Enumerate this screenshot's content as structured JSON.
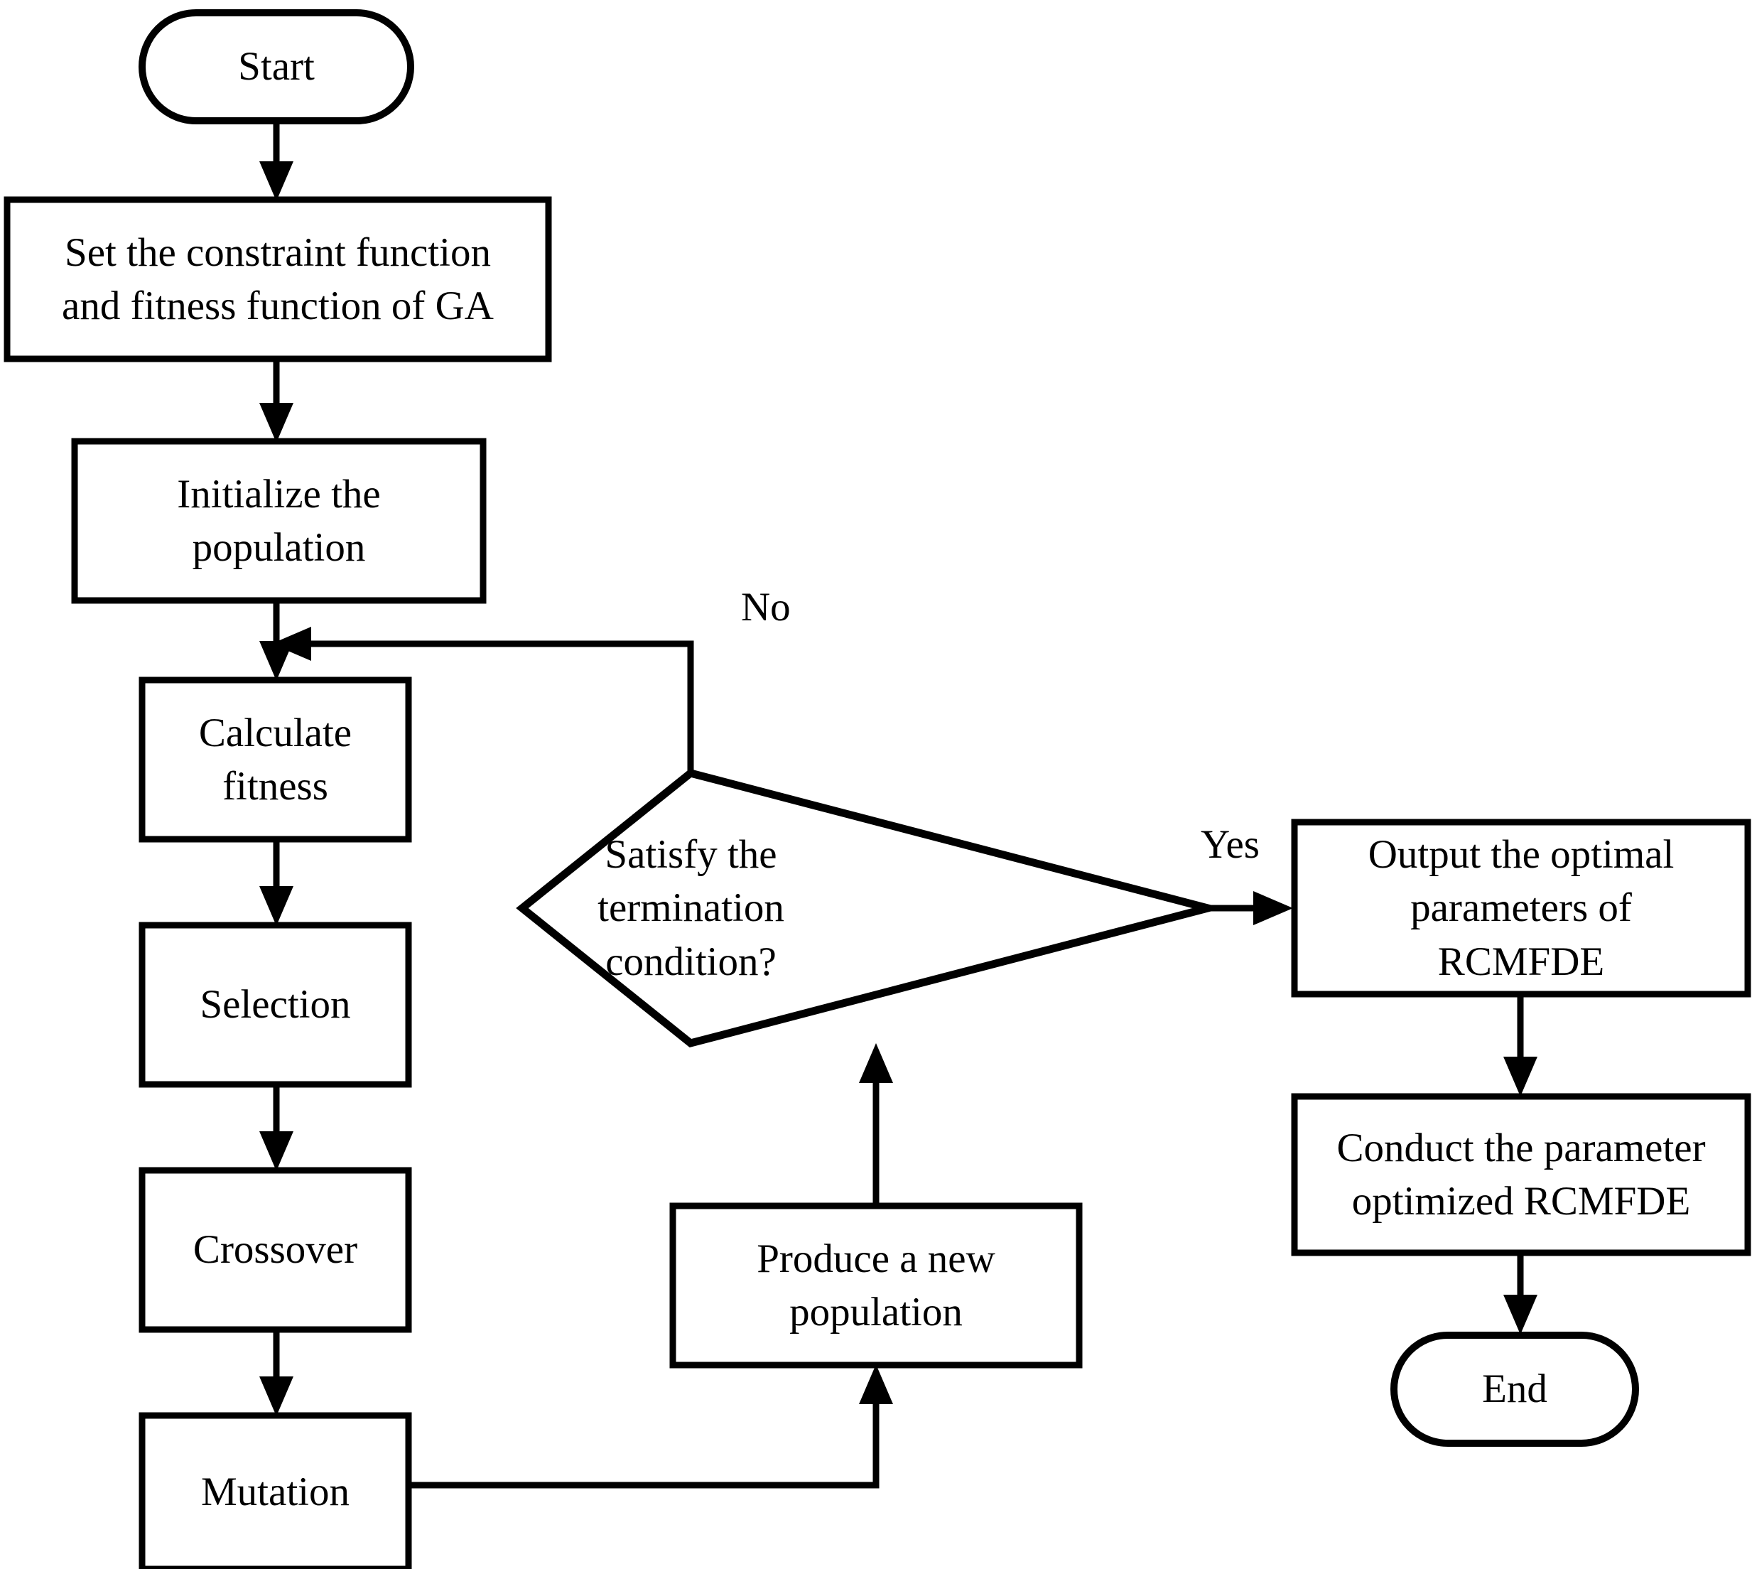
{
  "diagram": {
    "type": "flowchart",
    "title": "Genetic algorithm parameter optimization of RCMFDE",
    "orientation": "top-to-bottom",
    "background_color": "#ffffff",
    "line_color": "#000000",
    "text_color": "#000000"
  },
  "nodes": {
    "start": {
      "label": "Start",
      "shape": "terminator"
    },
    "set_functions": {
      "label": "Set the constraint function\nand fitness function of GA",
      "shape": "process"
    },
    "initialize": {
      "label": "Initialize the\npopulation",
      "shape": "process"
    },
    "calculate_fitness": {
      "label": "Calculate\nfitness",
      "shape": "process"
    },
    "selection": {
      "label": "Selection",
      "shape": "process"
    },
    "crossover": {
      "label": "Crossover",
      "shape": "process"
    },
    "mutation": {
      "label": "Mutation",
      "shape": "process"
    },
    "produce_population": {
      "label": "Produce a new\npopulation",
      "shape": "process"
    },
    "termination": {
      "label": "Satisfy the termination\ncondition?",
      "shape": "decision"
    },
    "output_params": {
      "label": "Output the optimal\nparameters of\nRCMFDE",
      "shape": "process"
    },
    "conduct": {
      "label": "Conduct the parameter\noptimized RCMFDE",
      "shape": "process"
    },
    "end": {
      "label": "End",
      "shape": "terminator"
    }
  },
  "edge_labels": {
    "no": "No",
    "yes": "Yes"
  },
  "edges": [
    {
      "from": "start",
      "to": "set_functions",
      "label": ""
    },
    {
      "from": "set_functions",
      "to": "initialize",
      "label": ""
    },
    {
      "from": "initialize",
      "to": "calculate_fitness",
      "label": ""
    },
    {
      "from": "calculate_fitness",
      "to": "selection",
      "label": ""
    },
    {
      "from": "selection",
      "to": "crossover",
      "label": ""
    },
    {
      "from": "crossover",
      "to": "mutation",
      "label": ""
    },
    {
      "from": "mutation",
      "to": "produce_population",
      "label": ""
    },
    {
      "from": "produce_population",
      "to": "termination",
      "label": ""
    },
    {
      "from": "termination",
      "to": "calculate_fitness",
      "label": "No"
    },
    {
      "from": "termination",
      "to": "output_params",
      "label": "Yes"
    },
    {
      "from": "output_params",
      "to": "conduct",
      "label": ""
    },
    {
      "from": "conduct",
      "to": "end",
      "label": ""
    }
  ]
}
